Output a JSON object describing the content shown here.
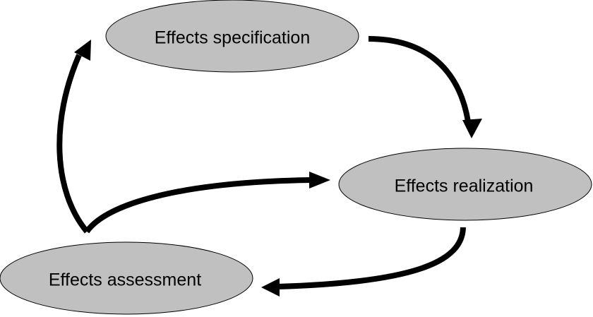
{
  "diagram": {
    "node_fill": "#c0c0c0",
    "arrow_color": "#000000",
    "nodes": {
      "specification": {
        "label": "Effects specification"
      },
      "realization": {
        "label": "Effects realization"
      },
      "assessment": {
        "label": "Effects assessment"
      }
    },
    "edges": [
      {
        "from": "specification",
        "to": "realization"
      },
      {
        "from": "realization",
        "to": "assessment"
      },
      {
        "from": "assessment",
        "to": "specification"
      },
      {
        "from": "assessment",
        "to": "realization"
      }
    ]
  }
}
